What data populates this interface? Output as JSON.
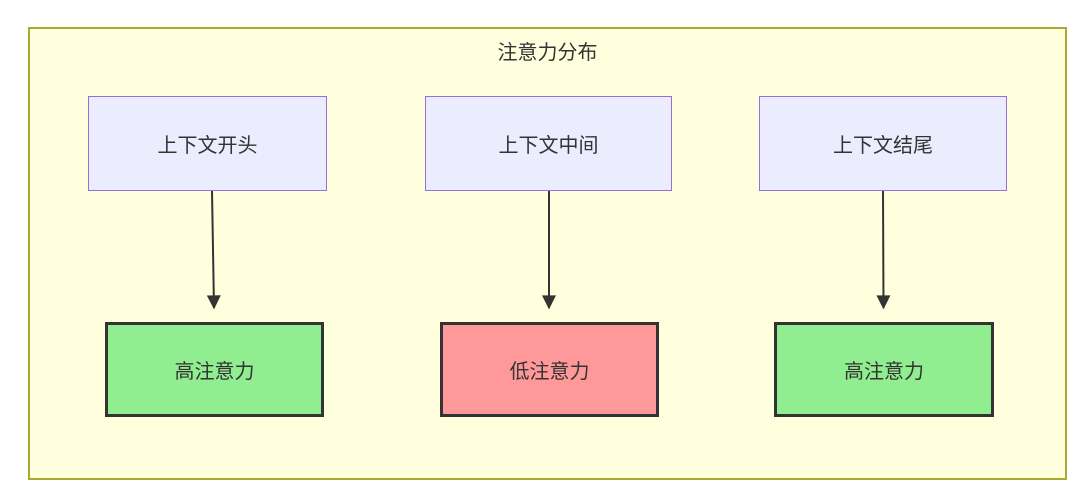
{
  "diagram": {
    "title": "注意力分布",
    "top_nodes": [
      {
        "id": "context-start",
        "label": "上下文开头"
      },
      {
        "id": "context-middle",
        "label": "上下文中间"
      },
      {
        "id": "context-end",
        "label": "上下文结尾"
      }
    ],
    "bottom_nodes": [
      {
        "id": "attention-high-1",
        "label": "高注意力",
        "level": "high"
      },
      {
        "id": "attention-low-1",
        "label": "低注意力",
        "level": "low"
      },
      {
        "id": "attention-high-2",
        "label": "高注意力",
        "level": "high"
      }
    ],
    "edges": [
      {
        "from": "上下文开头",
        "to": "高注意力"
      },
      {
        "from": "上下文中间",
        "to": "低注意力"
      },
      {
        "from": "上下文结尾",
        "to": "高注意力"
      }
    ],
    "colors": {
      "cluster_fill": "#ffffde",
      "cluster_border": "#aaaa33",
      "node_fill": "#ECECFF",
      "node_border": "#9370DB",
      "high_fill": "#90EE90",
      "low_fill": "#FF9999",
      "emphasis_border": "#333333",
      "arrow": "#333333",
      "text": "#333333",
      "page_bg": "#ffffff"
    }
  }
}
